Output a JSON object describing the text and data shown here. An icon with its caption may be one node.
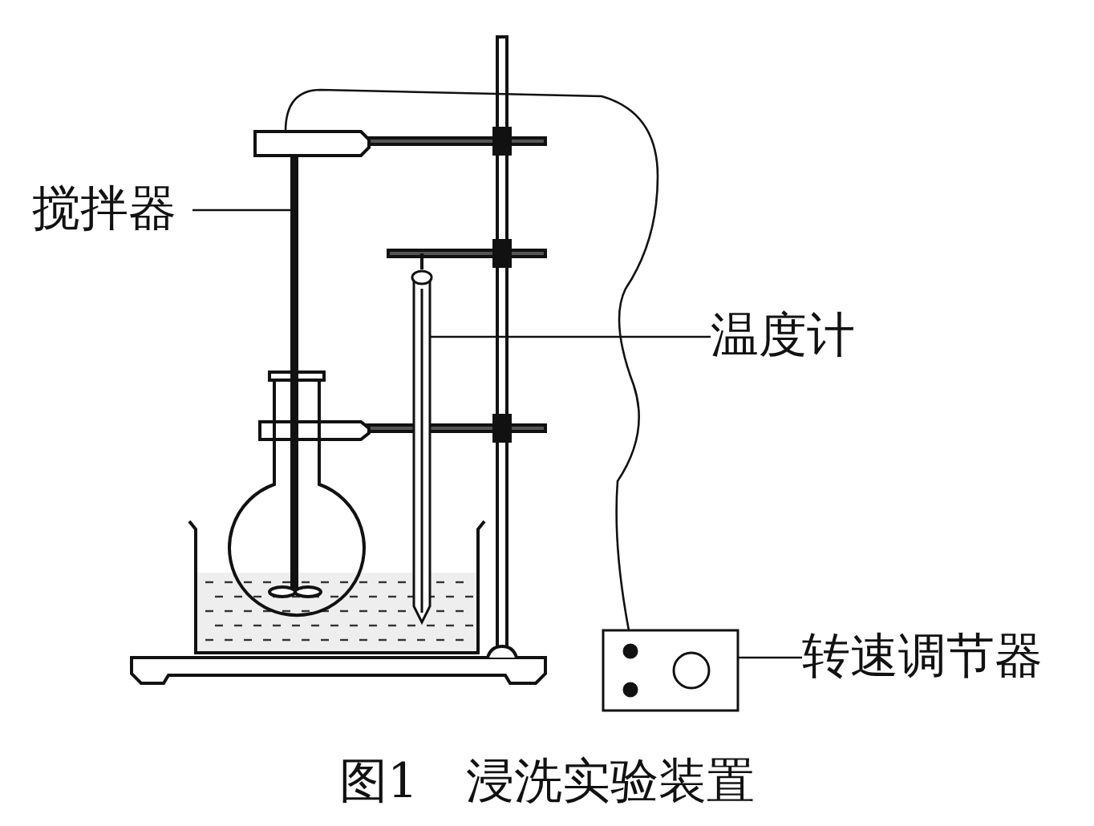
{
  "diagram": {
    "caption": "图1　浸洗实验装置",
    "nodes": [
      {
        "text": [
          "搅拌器"
        ]
      },
      {
        "text": [],
        "shape": "bar"
      },
      {
        "text": [
          "温度计"
        ]
      },
      {
        "text": [],
        "shape": "bar"
      },
      {
        "text": [],
        "shape": "box"
      },
      {
        "text": [
          "转速调节器"
        ]
      }
    ],
    "edges": [
      {
        "from": 0,
        "to": 1,
        "arrow": "none"
      },
      {
        "from": 2,
        "to": 3,
        "arrow": "none"
      },
      {
        "from": 5,
        "to": 4,
        "arrow": "none"
      }
    ]
  }
}
